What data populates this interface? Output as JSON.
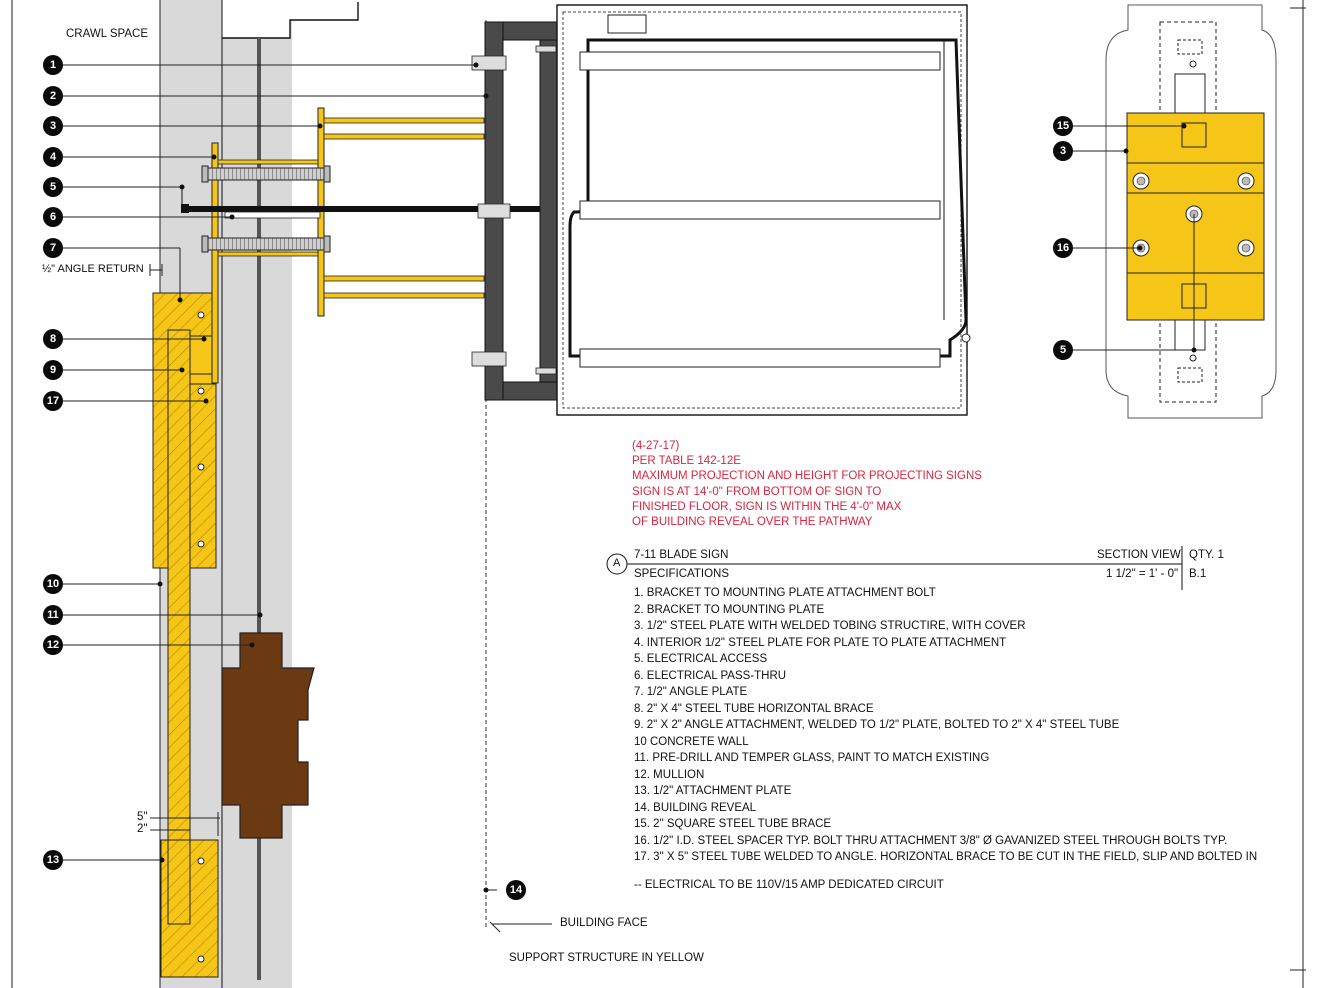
{
  "labels": {
    "crawl_space": "CRAWL SPACE",
    "angle_return": "½\" ANGLE RETURN",
    "dim_5": "5\"",
    "dim_2": "2\"",
    "building_face": "BUILDING FACE",
    "support_note": "SUPPORT STRUCTURE IN YELLOW"
  },
  "callouts": [
    "1",
    "2",
    "3",
    "4",
    "5",
    "6",
    "7",
    "8",
    "9",
    "17",
    "10",
    "11",
    "12",
    "13",
    "14"
  ],
  "plan_callouts": [
    "15",
    "3",
    "16",
    "5"
  ],
  "note": {
    "lines": [
      "(4-27-17)",
      "PER TABLE 142-12E",
      "MAXIMUM PROJECTION AND HEIGHT FOR PROJECTING SIGNS",
      "SIGN IS AT 14'-0\" FROM BOTTOM OF SIGN TO",
      "FINISHED FLOOR, SIGN IS WITHIN THE 4'-0\" MAX",
      "OF BUILDING REVEAL OVER THE PATHWAY"
    ],
    "color": "#d7263d"
  },
  "title_block": {
    "marker": "A",
    "title": "7-11 BLADE SIGN",
    "view": "SECTION VIEW",
    "qty": "QTY. 1",
    "subtitle": "SPECIFICATIONS",
    "scale": "1 1/2\" = 1' - 0\"",
    "ref": "B.1"
  },
  "specifications": [
    "1. BRACKET TO MOUNTING PLATE ATTACHMENT BOLT",
    "2. BRACKET TO MOUNTING PLATE",
    "3. 1/2\" STEEL PLATE WITH WELDED TOBING STRUCTIRE, WITH COVER",
    "4. INTERIOR 1/2\" STEEL PLATE FOR PLATE TO PLATE ATTACHMENT",
    "5. ELECTRICAL ACCESS",
    "6. ELECTRICAL PASS-THRU",
    "7. 1/2\" ANGLE PLATE",
    "8. 2\" X 4\" STEEL TUBE HORIZONTAL BRACE",
    "9. 2\" X 2\" ANGLE ATTACHMENT, WELDED TO 1/2\" PLATE, BOLTED TO 2\" X 4\" STEEL TUBE",
    "10 CONCRETE WALL",
    "11. PRE-DRILL AND TEMPER GLASS, PAINT TO MATCH EXISTING",
    "12. MULLION",
    "13. 1/2\" ATTACHMENT PLATE",
    "14. BUILDING REVEAL",
    "15. 2\" SQUARE STEEL TUBE BRACE",
    "16. 1/2\" I.D. STEEL SPACER TYP. BOLT THRU ATTACHMENT 3/8\" Ø GAVANIZED STEEL THROUGH BOLTS TYP.",
    "17. 3\" X 5\" STEEL TUBE WELDED TO ANGLE. HORIZONTAL BRACE TO BE CUT IN THE FIELD, SLIP AND BOLTED IN"
  ],
  "electrical_note": "-- ELECTRICAL TO BE 110V/15 AMP DEDICATED CIRCUIT",
  "colors": {
    "support": "#f5c518",
    "support_edge": "#c99700",
    "concrete": "#d9d9d9",
    "mullion": "#6b3a12",
    "mount_plate": "#4a4a4a",
    "callout": "#0a0a0a"
  }
}
